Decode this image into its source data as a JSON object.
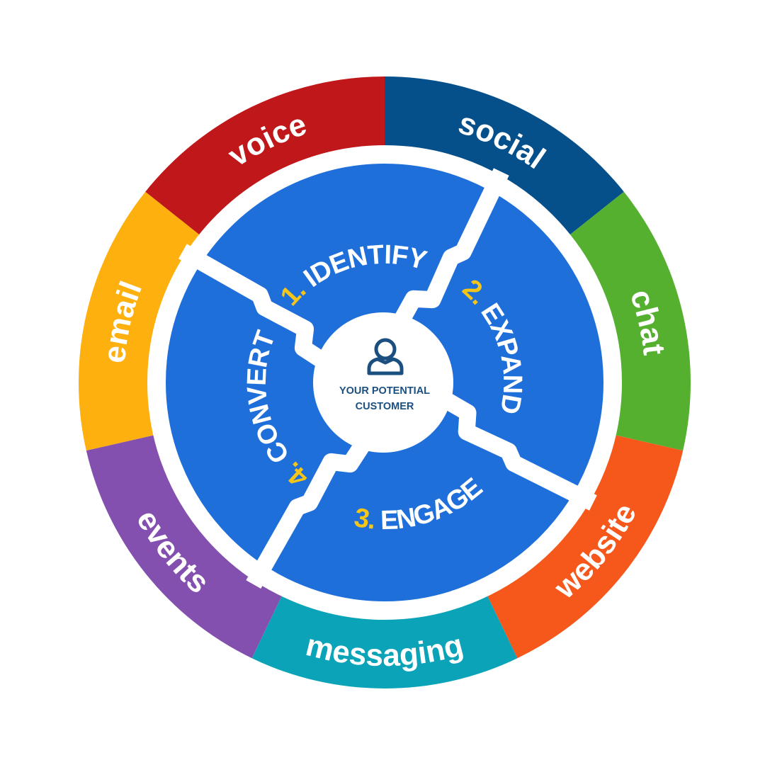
{
  "channels": [
    {
      "label": "voice",
      "color": "#C0181A"
    },
    {
      "label": "social",
      "color": "#054F8A"
    },
    {
      "label": "chat",
      "color": "#55B030"
    },
    {
      "label": "website",
      "color": "#F5581A"
    },
    {
      "label": "messaging",
      "color": "#0AA3B8"
    },
    {
      "label": "events",
      "color": "#8450B0"
    },
    {
      "label": "email",
      "color": "#FDB00E"
    }
  ],
  "steps": [
    {
      "number": "1.",
      "label": "IDENTIFY"
    },
    {
      "number": "2.",
      "label": "EXPAND"
    },
    {
      "number": "3.",
      "label": "ENGAGE"
    },
    {
      "number": "4.",
      "label": "CONVERT"
    }
  ],
  "center": {
    "line1": "YOUR POTENTIAL",
    "line2": "CUSTOMER",
    "icon": "person-icon"
  },
  "colors": {
    "step_fill": "#1F6FDB",
    "number": "#F5C518",
    "center_text": "#1B4F80"
  }
}
